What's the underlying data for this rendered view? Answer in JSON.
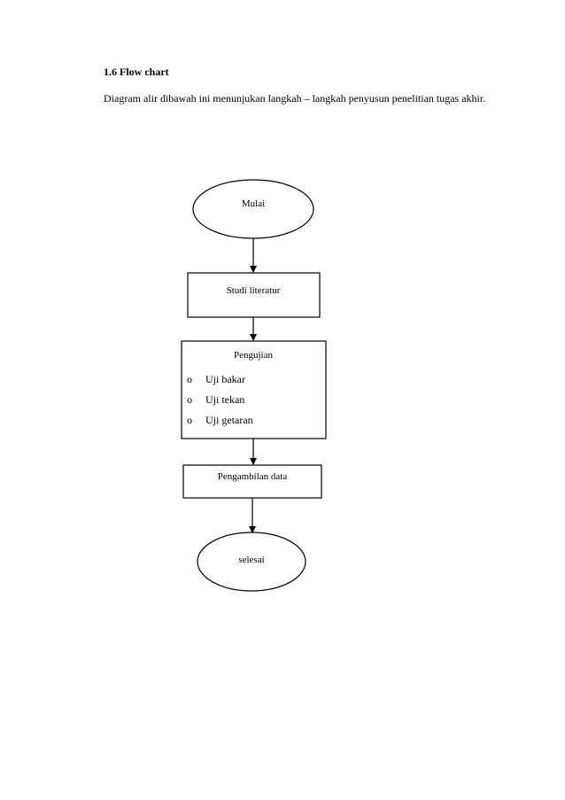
{
  "section": {
    "heading": "1.6 Flow chart",
    "paragraph": "Diagram alir dibawah ini menunjukan langkah – langkah penyusun penelitian tugas akhir."
  },
  "flowchart": {
    "start": "Mulai",
    "step1": "Studi literatur",
    "step2": {
      "title": "Pengujian",
      "bullet_symbol": "o",
      "items": [
        "Uji bakar",
        "Uji tekan",
        "Uji getaran"
      ]
    },
    "step3": "Pengambilan data",
    "end": "selesai"
  }
}
